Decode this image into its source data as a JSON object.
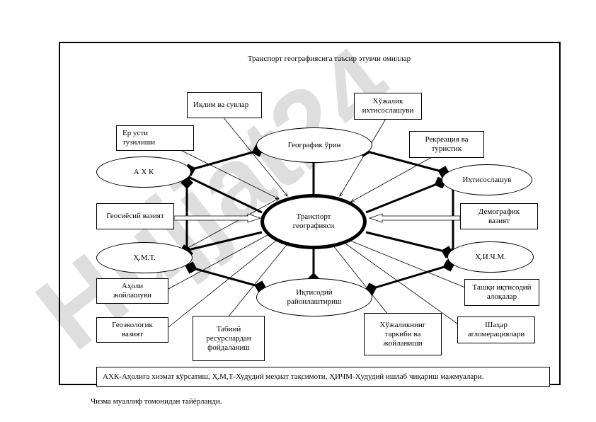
{
  "watermark": {
    "text": "Hujjat24",
    "color": "#d8d8d8",
    "accent": "#c8b3f0"
  },
  "title": "Транспорт географиясига таъсир этувчи омиллар",
  "center": "Транспорт\nгеографияси",
  "ovals": {
    "geo_position": "Географик ўрин",
    "ahk": "А Х К",
    "specialization": "Ихтисослашув",
    "hmt": "Ҳ.М.Т.",
    "hichm": "Ҳ.И.Ч.М.",
    "economic_regions": "Иқтисодий\nрайонлаштириш"
  },
  "boxes": {
    "climate": "Иқлим ва сувлар",
    "economy_specialization": "Хўжалик\nихтисослашуви",
    "relief": "Ер усти\nтузилиши",
    "recreation": "Рекреация ва\nтуристик",
    "geopolitics": "Геосиёсий вазият",
    "demographics": "Демографик\nвазият",
    "population": "Аҳоли\nжойлашуви",
    "geoecology": "Геоэкологик\nвазият",
    "natural_resources": "Табиий\nресурслардан\nфойдаланиш",
    "economy_structure": "Хўжаликнинг\nтаркиби ва\nжойланиши",
    "external_links": "Ташқи иқтисодий\nалоқалар",
    "agglomeration": "Шаҳар\nагломерациялари"
  },
  "legend": "АХК-Аҳолига хизмат кўрсатиш, Ҳ.М,Т-Худудий меҳнат тақсимоти, ҲИЧМ-Ҳудудий ишлаб чиқариш мажмуалари.",
  "caption": "Чизма  муаллиф томонидан тайёрланди."
}
